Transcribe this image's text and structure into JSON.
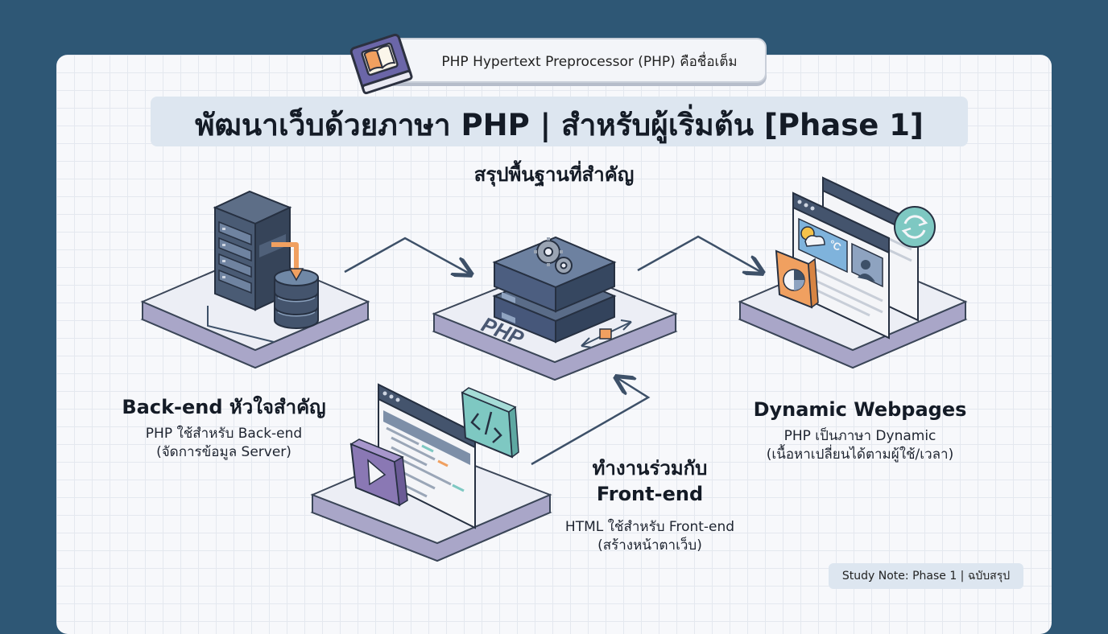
{
  "header": {
    "full_name": "PHP Hypertext Preprocessor (PHP) คือชื่อเต็ม",
    "title": "พัฒนาเว็บด้วยภาษา PHP | สำหรับผู้เริ่มต้น [Phase 1]",
    "subtitle": "สรุปพื้นฐานที่สำคัญ"
  },
  "nodes": {
    "backend": {
      "heading": "Back-end หัวใจสำคัญ",
      "line1": "PHP ใช้สำหรับ Back-end",
      "line2": "(จัดการข้อมูล Server)"
    },
    "php": {
      "platform_text": "PHP"
    },
    "frontend": {
      "heading1": "ทำงานร่วมกับ",
      "heading2": "Front-end",
      "line1": "HTML ใช้สำหรับ Front-end",
      "line2": "(สร้างหน้าตาเว็บ)"
    },
    "dynamic": {
      "heading": "Dynamic Webpages",
      "line1": "PHP เป็นภาษา Dynamic",
      "line2": "(เนื้อหาเปลี่ยนได้ตามผู้ใช้/เวลา)",
      "weather_text": "°C"
    }
  },
  "footer": {
    "note": "Study Note: Phase 1 | ฉบับสรุป"
  },
  "colors": {
    "background": "#2e5775",
    "server_dark": "#3f5168",
    "accent_orange": "#f0a060",
    "accent_teal": "#7ec8c2",
    "accent_purple": "#8a78b4",
    "platform_side": "#b9b7d2"
  }
}
